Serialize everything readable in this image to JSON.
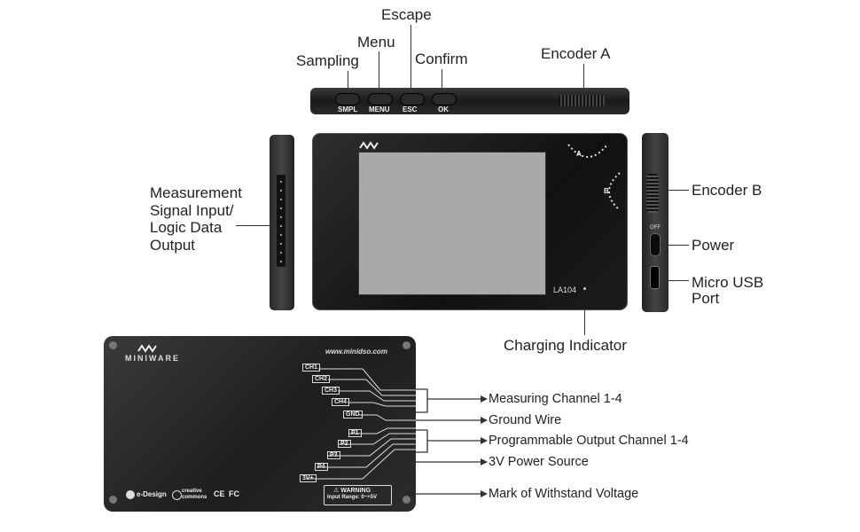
{
  "top_labels": {
    "escape": "Escape",
    "menu": "Menu",
    "sampling": "Sampling",
    "confirm": "Confirm",
    "encoder_a": "Encoder A"
  },
  "top_buttons": {
    "smpl": "SMPL",
    "menu": "MENU",
    "esc": "ESC",
    "ok": "OK"
  },
  "side_labels": {
    "measurement_line1": "Measurement",
    "measurement_line2": "Signal Input/",
    "measurement_line3": "Logic Data",
    "measurement_line4": "Output",
    "encoder_b": "Encoder B",
    "power": "Power",
    "micro_usb_line1": "Micro USB",
    "micro_usb_line2": "Port",
    "charging": "Charging Indicator"
  },
  "front": {
    "model": "LA104",
    "encoder_a_mark": "A",
    "encoder_b_mark": "B",
    "off_mark": "OFF"
  },
  "back": {
    "brand": "MINIWARE",
    "url": "www.minidso.com",
    "pins": [
      "CH1",
      "CH2",
      "CH3",
      "CH4",
      "GND",
      "P1",
      "P2",
      "P3",
      "P4",
      "3V+"
    ],
    "warning_title": "⚠ WARNING",
    "warning_text": "Input Range: 0~+5V",
    "edesign": "e-Design",
    "cc_line1": "creative",
    "cc_line2": "commons",
    "ce": "CE",
    "fc": "FC"
  },
  "back_labels": {
    "measuring": "Measuring Channel 1-4",
    "ground": "Ground Wire",
    "programmable": "Programmable Output Channel 1-4",
    "power3v": "3V Power Source",
    "withstand": "Mark of Withstand Voltage"
  }
}
